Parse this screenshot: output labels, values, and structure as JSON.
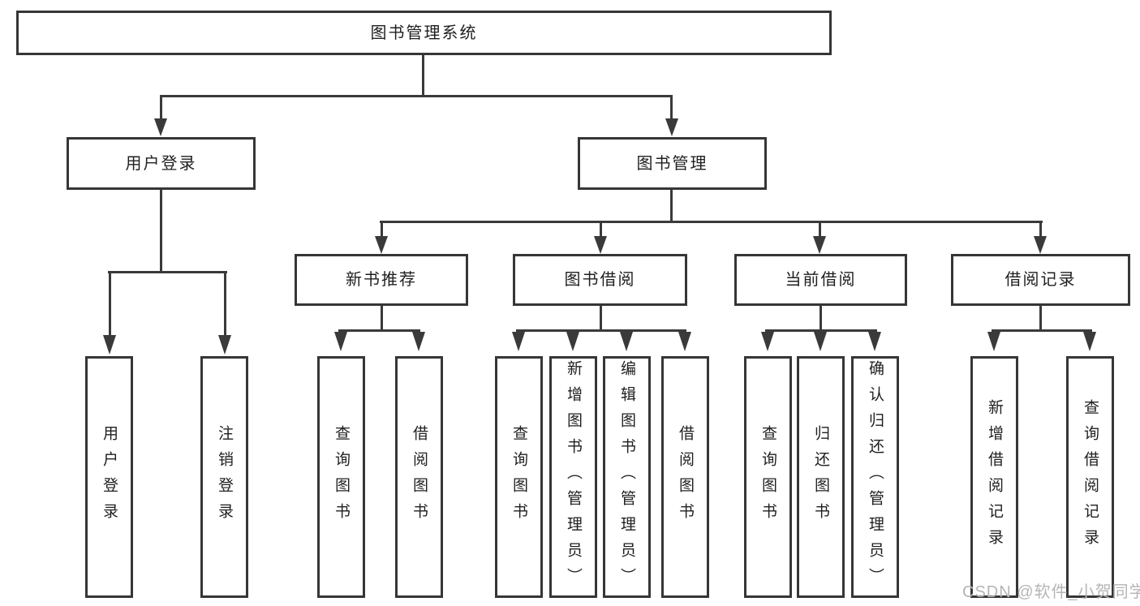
{
  "diagram_type": "hierarchy-tree",
  "nodes": {
    "root": {
      "label": "图书管理系统"
    },
    "login": {
      "label": "用户登录",
      "children": [
        {
          "label": "用户登录"
        },
        {
          "label": "注销登录"
        }
      ]
    },
    "mgmt": {
      "label": "图书管理"
    },
    "rec": {
      "label": "新书推荐",
      "children": [
        {
          "label": "查询图书"
        },
        {
          "label": "借阅图书"
        }
      ]
    },
    "borrow": {
      "label": "图书借阅",
      "children": [
        {
          "label": "查询图书"
        },
        {
          "label": "新增图书（管理员）"
        },
        {
          "label": "编辑图书（管理员）"
        },
        {
          "label": "借阅图书"
        }
      ]
    },
    "current": {
      "label": "当前借阅",
      "children": [
        {
          "label": "查询图书"
        },
        {
          "label": "归还图书"
        },
        {
          "label": "确认归还（管理员）"
        }
      ]
    },
    "records": {
      "label": "借阅记录",
      "children": [
        {
          "label": "新增借阅记录"
        },
        {
          "label": "查询借阅记录"
        }
      ]
    }
  },
  "watermark": {
    "text": "CSDN @软件_小贺同学"
  },
  "colors": {
    "background": "#ffffff",
    "line": "#3a3a3a",
    "box_border": "#363636",
    "text": "#1f1f1f",
    "watermark": "#b5b5b5"
  }
}
